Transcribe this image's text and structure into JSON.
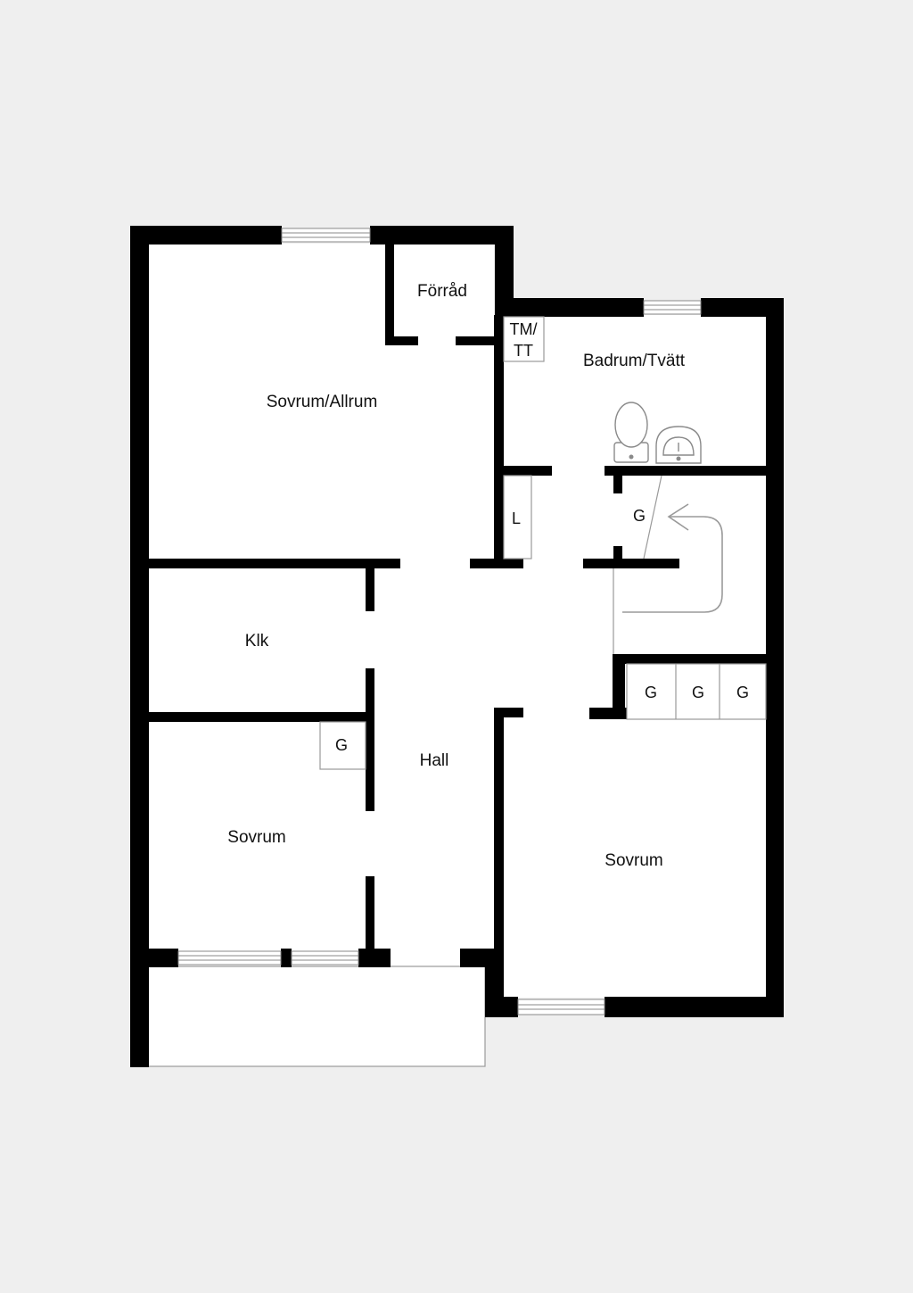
{
  "floorplan": {
    "rooms": {
      "sovrum_allrum": "Sovrum/Allrum",
      "forrad": "Förråd",
      "badrum": "Badrum/Tvätt",
      "klk": "Klk",
      "hall": "Hall",
      "sovrum_left": "Sovrum",
      "sovrum_right": "Sovrum"
    },
    "fixtures": {
      "tm": "TM/",
      "tt": "TT",
      "linen": "L",
      "closet_stair": "G",
      "closet_1": "G",
      "closet_2": "G",
      "closet_3": "G",
      "closet_left": "G"
    },
    "colors": {
      "background": "#efefef",
      "floor": "#ffffff",
      "wall": "#000000",
      "outline": "#9a9a9a"
    },
    "icons": [
      "toilet-icon",
      "sink-icon",
      "stair-arrow-icon",
      "window-icon",
      "balcony"
    ]
  }
}
